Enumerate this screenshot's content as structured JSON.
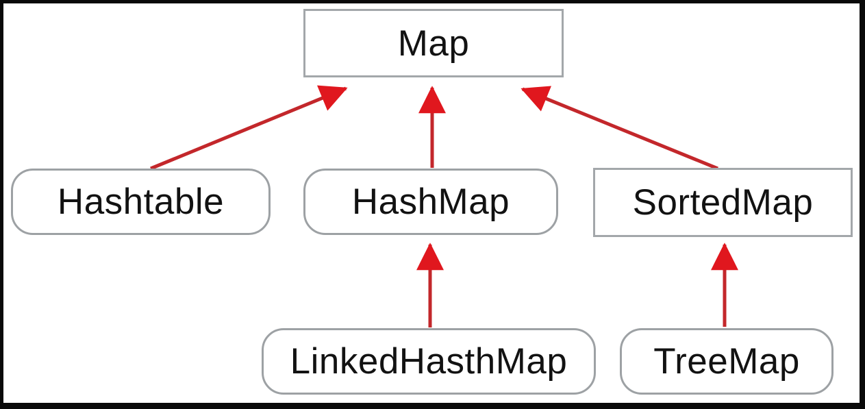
{
  "diagram": {
    "type": "class-hierarchy",
    "nodes": {
      "map": {
        "label": "Map",
        "shape": "rectangle"
      },
      "hashtable": {
        "label": "Hashtable",
        "shape": "rounded"
      },
      "hashmap": {
        "label": "HashMap",
        "shape": "rounded"
      },
      "sortedmap": {
        "label": "SortedMap",
        "shape": "rectangle"
      },
      "linkedhashmap": {
        "label": "LinkedHasthMap",
        "shape": "rounded"
      },
      "treemap": {
        "label": "TreeMap",
        "shape": "rounded"
      }
    },
    "edges": [
      {
        "from": "Hashtable",
        "to": "Map",
        "style": "red-arrow"
      },
      {
        "from": "HashMap",
        "to": "Map",
        "style": "red-arrow"
      },
      {
        "from": "SortedMap",
        "to": "Map",
        "style": "red-arrow"
      },
      {
        "from": "LinkedHasthMap",
        "to": "HashMap",
        "style": "red-arrow"
      },
      {
        "from": "TreeMap",
        "to": "SortedMap",
        "style": "red-arrow"
      }
    ],
    "colors": {
      "arrow_head": "#e0171e",
      "arrow_shaft": "#c3272b",
      "box_border": "#9da1a4",
      "frame": "#0a0a0a",
      "text": "#121212",
      "background": "#ffffff"
    }
  }
}
